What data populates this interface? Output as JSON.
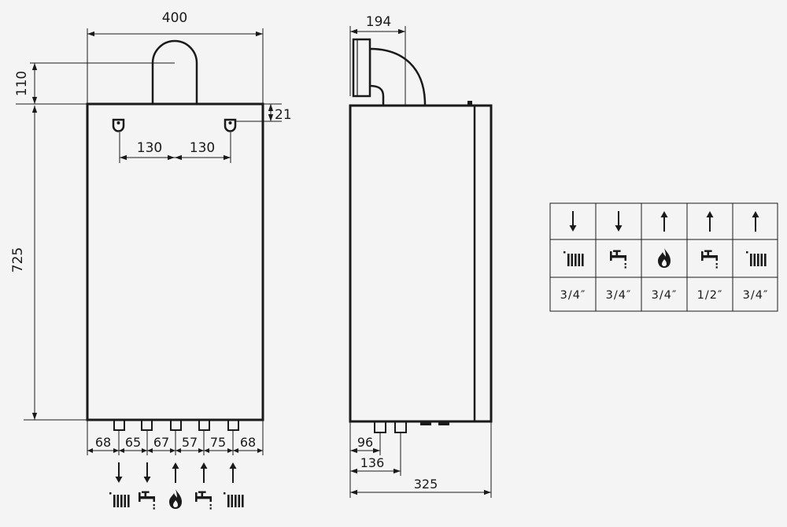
{
  "front_view": {
    "width": "400",
    "flue_height": "110",
    "body_height": "725",
    "hook_offset": "21",
    "hook_spacing_left": "130",
    "hook_spacing_right": "130",
    "pipe_spacings": [
      "68",
      "65",
      "67",
      "57",
      "75",
      "68"
    ],
    "connections": [
      {
        "direction": "down",
        "icon": "radiator-icon"
      },
      {
        "direction": "down",
        "icon": "tap-icon"
      },
      {
        "direction": "up",
        "icon": "flame-icon"
      },
      {
        "direction": "up",
        "icon": "tap-icon"
      },
      {
        "direction": "up",
        "icon": "radiator-icon"
      }
    ]
  },
  "side_view": {
    "flue_depth": "194",
    "pipe_offset_1": "96",
    "pipe_offset_2": "136",
    "depth": "325"
  },
  "connection_table": {
    "columns": [
      {
        "direction": "down",
        "icon": "radiator-icon",
        "size": "3/4″"
      },
      {
        "direction": "down",
        "icon": "tap-icon",
        "size": "3/4″"
      },
      {
        "direction": "up",
        "icon": "flame-icon",
        "size": "3/4″"
      },
      {
        "direction": "up",
        "icon": "tap-icon",
        "size": "1/2″"
      },
      {
        "direction": "up",
        "icon": "radiator-icon",
        "size": "3/4″"
      }
    ]
  },
  "colors": {
    "line": "#1a1a1a",
    "background": "#f4f4f4"
  }
}
